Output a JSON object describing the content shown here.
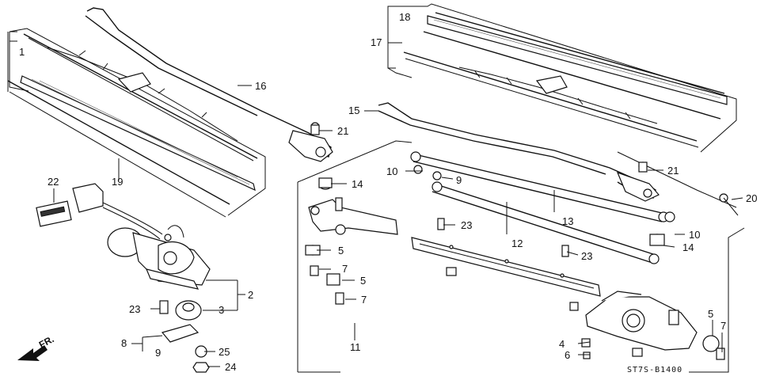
{
  "diagram": {
    "code": "ST7S-B1400",
    "front_marker": "FR.",
    "callouts": {
      "n1": "1",
      "n2": "2",
      "n3": "3",
      "n4": "4",
      "n5a": "5",
      "n5b": "5",
      "n5c": "5",
      "n6": "6",
      "n7a": "7",
      "n7b": "7",
      "n7c": "7",
      "n8": "8",
      "n9a": "9",
      "n9b": "9",
      "n10a": "10",
      "n10b": "10",
      "n11": "11",
      "n12": "12",
      "n13": "13",
      "n14a": "14",
      "n14b": "14",
      "n15": "15",
      "n16": "16",
      "n17": "17",
      "n18": "18",
      "n19": "19",
      "n20": "20",
      "n21a": "21",
      "n21b": "21",
      "n22": "22",
      "n23a": "23",
      "n23b": "23",
      "n23c": "23",
      "n24": "24",
      "n25": "25"
    }
  }
}
